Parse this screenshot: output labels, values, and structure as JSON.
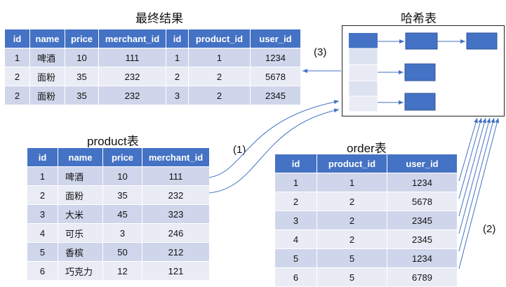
{
  "titles": {
    "result": "最终结果",
    "hash": "哈希表",
    "product": "product表",
    "order": "order表"
  },
  "steps": [
    "(1)",
    "(2)",
    "(3)"
  ],
  "result_table": {
    "headers": [
      "id",
      "name",
      "price",
      "merchant_id",
      "id",
      "product_id",
      "user_id"
    ],
    "rows": [
      [
        "1",
        "啤酒",
        "10",
        "111",
        "1",
        "1",
        "1234"
      ],
      [
        "2",
        "面粉",
        "35",
        "232",
        "2",
        "2",
        "5678"
      ],
      [
        "2",
        "面粉",
        "35",
        "232",
        "3",
        "2",
        "2345"
      ]
    ]
  },
  "product_table": {
    "headers": [
      "id",
      "name",
      "price",
      "merchant_id"
    ],
    "rows": [
      [
        "1",
        "啤酒",
        "10",
        "111"
      ],
      [
        "2",
        "面粉",
        "35",
        "232"
      ],
      [
        "3",
        "大米",
        "45",
        "323"
      ],
      [
        "4",
        "可乐",
        "3",
        "246"
      ],
      [
        "5",
        "香槟",
        "50",
        "212"
      ],
      [
        "6",
        "巧克力",
        "12",
        "121"
      ]
    ]
  },
  "order_table": {
    "headers": [
      "id",
      "product_id",
      "user_id"
    ],
    "rows": [
      [
        "1",
        "1",
        "1234"
      ],
      [
        "2",
        "2",
        "5678"
      ],
      [
        "3",
        "2",
        "2345"
      ],
      [
        "4",
        "2",
        "2345"
      ],
      [
        "5",
        "5",
        "1234"
      ],
      [
        "6",
        "5",
        "6789"
      ]
    ]
  },
  "colors": {
    "header_fill": "#4472c4",
    "row_odd": "#cfd5ea",
    "row_even": "#e9ebf5",
    "bucket_fill": "#dde2f0",
    "node_fill": "#4472c4",
    "arrow": "#4472c4"
  }
}
